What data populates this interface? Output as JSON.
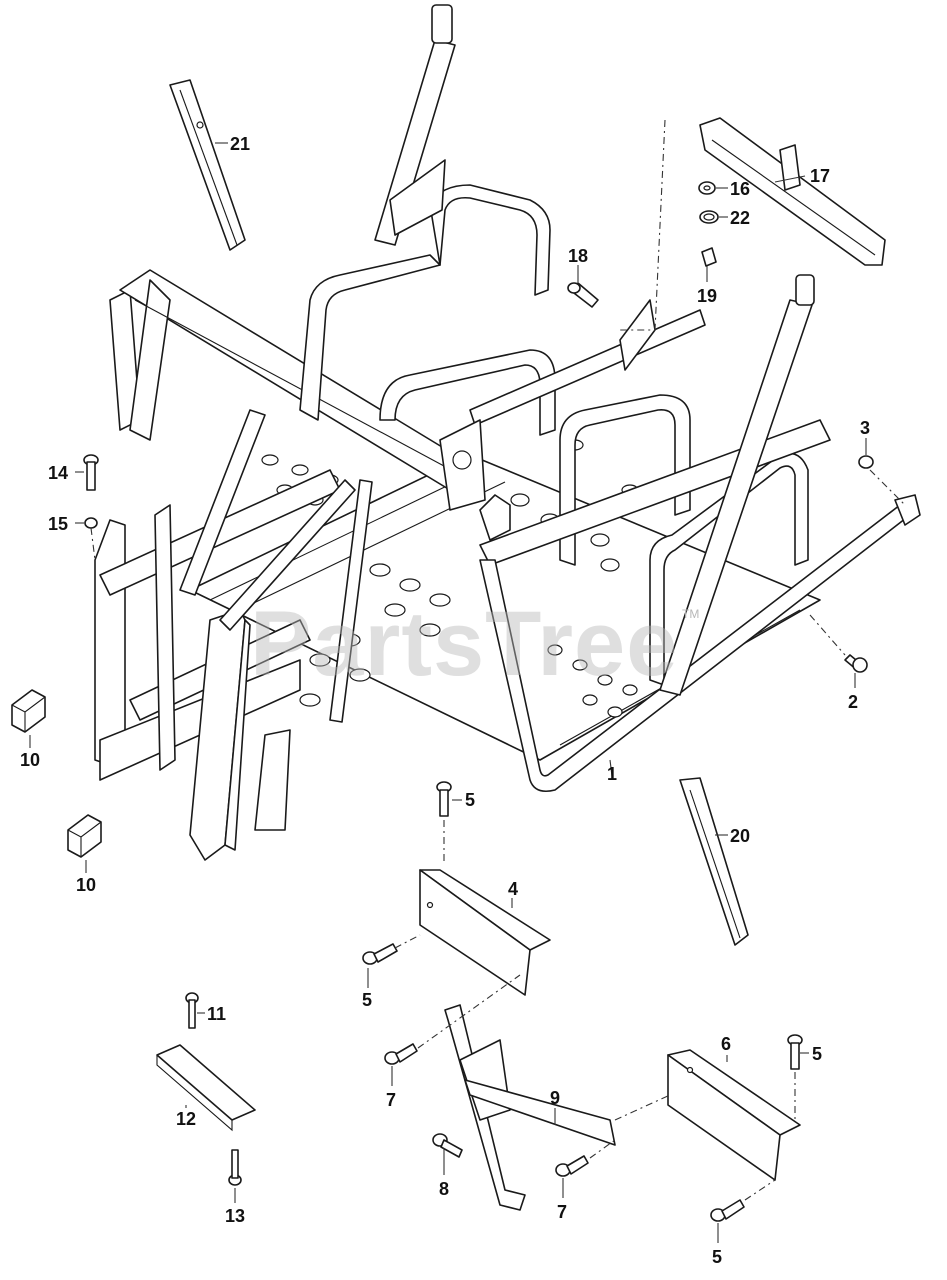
{
  "watermark": {
    "text": "PartsTree",
    "trademark": "TM",
    "color": "#b8b8b8"
  },
  "callouts": {
    "c1": "1",
    "c2": "2",
    "c3": "3",
    "c4": "4",
    "c5a": "5",
    "c5b": "5",
    "c5c": "5",
    "c5d": "5",
    "c6": "6",
    "c7a": "7",
    "c7b": "7",
    "c8": "8",
    "c9": "9",
    "c10a": "10",
    "c10b": "10",
    "c11": "11",
    "c12": "12",
    "c13": "13",
    "c14": "14",
    "c15": "15",
    "c16": "16",
    "c17": "17",
    "c18": "18",
    "c19": "19",
    "c20": "20",
    "c21": "21",
    "c22": "22"
  },
  "colors": {
    "line": "#1a1a1a",
    "background": "#ffffff"
  }
}
